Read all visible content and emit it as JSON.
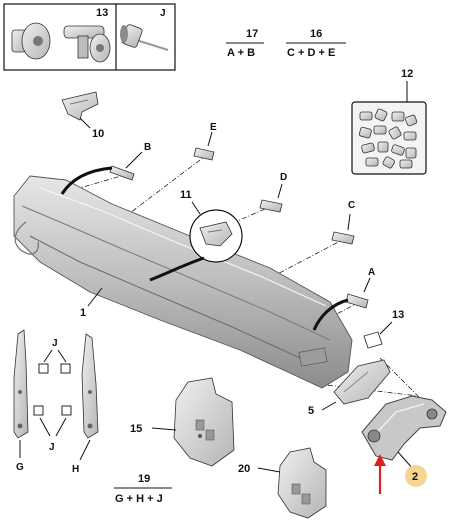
{
  "callouts": {
    "n1": "1",
    "n2": "2",
    "n5": "5",
    "n10": "10",
    "n11": "11",
    "n12": "12",
    "n13_box": "13",
    "n13_main": "13",
    "n15": "15",
    "n16": "16",
    "n17": "17",
    "n19": "19",
    "n20": "20"
  },
  "letters": {
    "A": "A",
    "B": "B",
    "C": "C",
    "D": "D",
    "E": "E",
    "J_box": "J",
    "J_top": "J",
    "J_bottom": "J",
    "G": "G",
    "H": "H"
  },
  "formulas": {
    "f17": "A + B",
    "f16": "C + D + E",
    "f19": "G + H + J"
  },
  "colors": {
    "highlight_circle": "#f6d590",
    "arrow": "#e02020",
    "part_fill": "#d7d7d7",
    "part_dark": "#9a9a9a"
  }
}
